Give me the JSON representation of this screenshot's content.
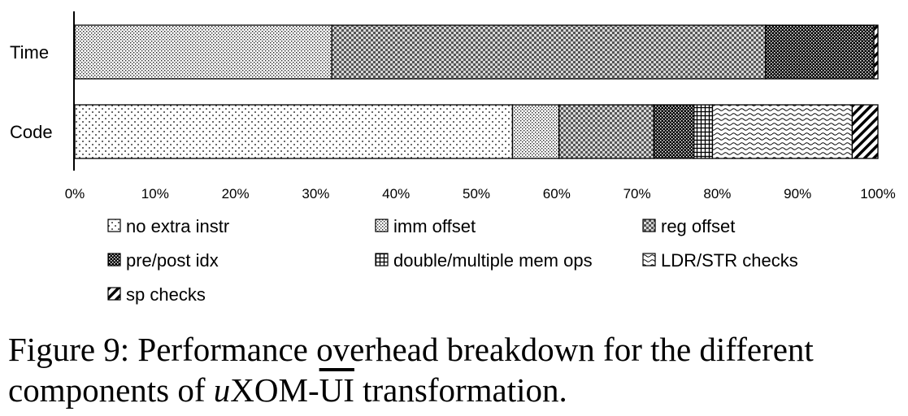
{
  "chart_data": {
    "type": "bar",
    "orientation": "horizontal",
    "stacked": true,
    "categories": [
      "Time",
      "Code"
    ],
    "series": [
      {
        "name": "no extra instr",
        "values": [
          0,
          54.5
        ],
        "pattern": "sparse-dots"
      },
      {
        "name": "imm offset",
        "values": [
          32,
          5.8
        ],
        "pattern": "dense-dots"
      },
      {
        "name": "reg offset",
        "values": [
          54,
          11.8
        ],
        "pattern": "checker"
      },
      {
        "name": "pre/post idx",
        "values": [
          13.5,
          5.0
        ],
        "pattern": "dark-checker"
      },
      {
        "name": "double/multiple mem ops",
        "values": [
          0,
          2.3
        ],
        "pattern": "grid"
      },
      {
        "name": "LDR/STR checks",
        "values": [
          0,
          17.4
        ],
        "pattern": "waves"
      },
      {
        "name": "sp checks",
        "values": [
          0.5,
          3.2
        ],
        "pattern": "diagonal"
      }
    ],
    "xlim": [
      0,
      100
    ],
    "xticks": [
      "0%",
      "10%",
      "20%",
      "30%",
      "40%",
      "50%",
      "60%",
      "70%",
      "80%",
      "90%",
      "100%"
    ],
    "grid": false,
    "legend_position": "bottom"
  },
  "caption": {
    "prefix": "Figure 9: Performance overhead breakdown for the different components of ",
    "italic": "u",
    "mid": "XOM-",
    "overlined": "UI",
    "suffix": " transformation."
  }
}
